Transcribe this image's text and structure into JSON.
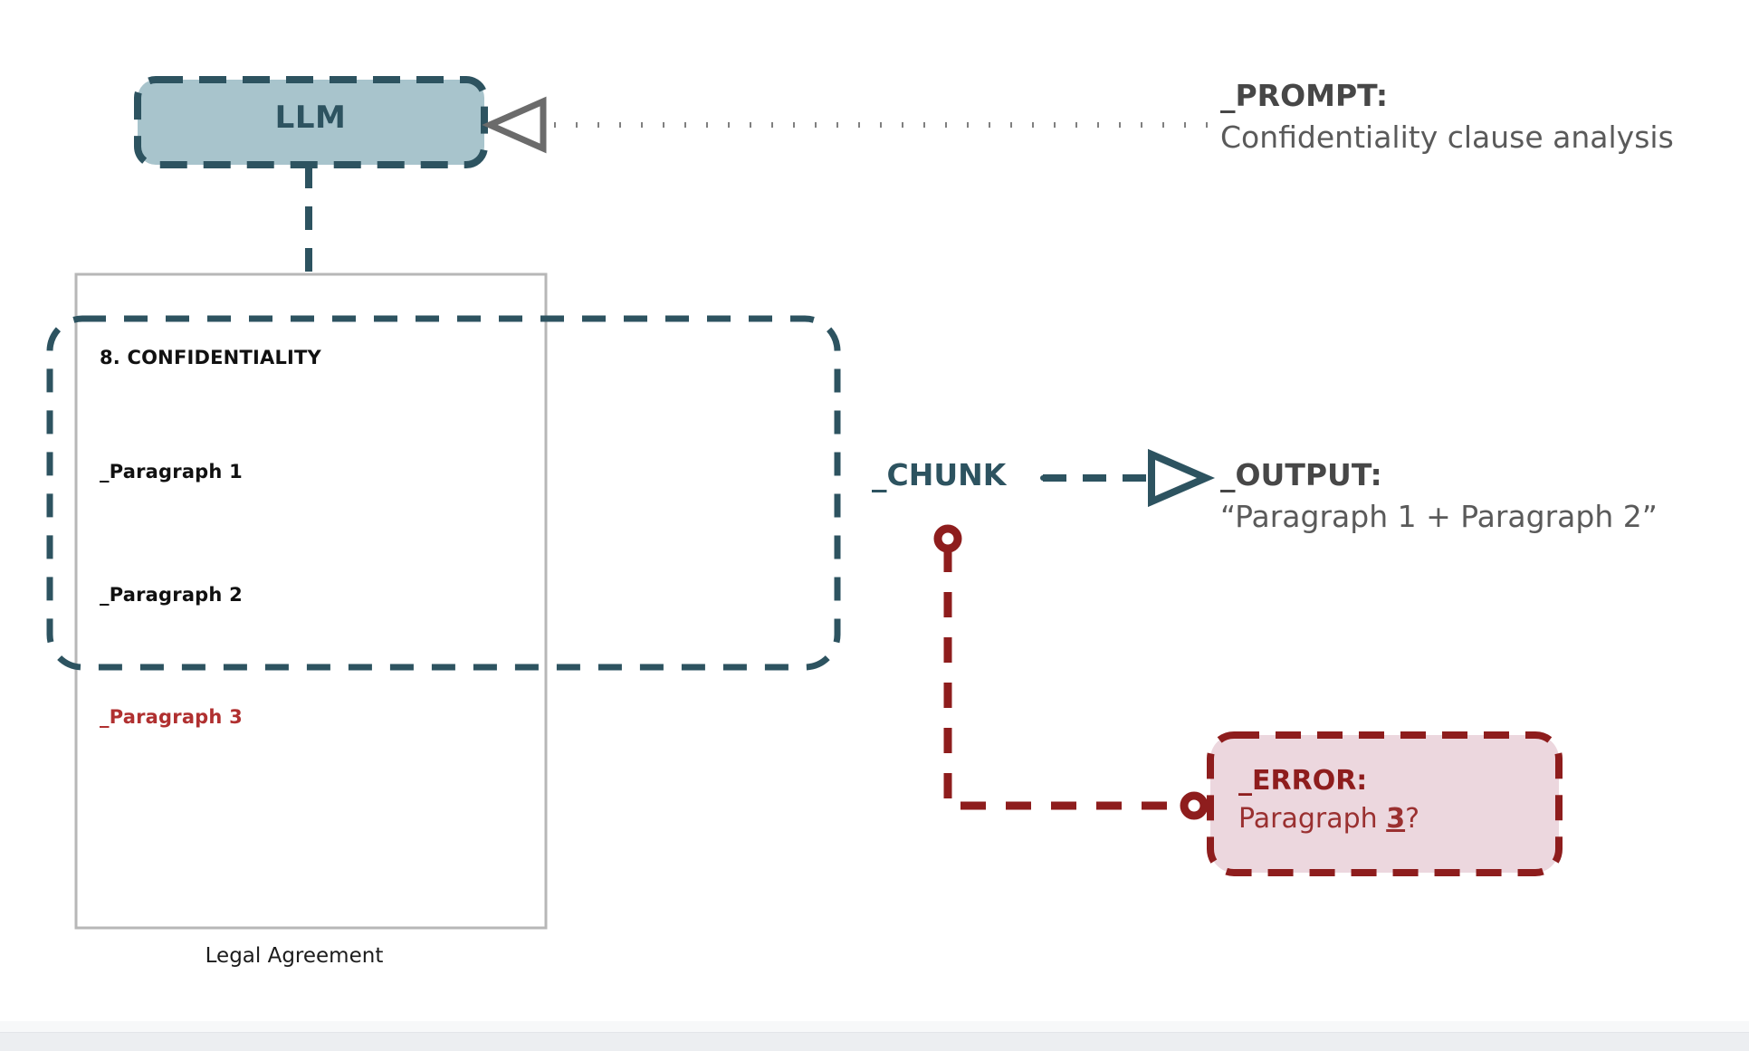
{
  "diagram": {
    "title": "LLM chunk boundary error diagram",
    "nodes": {
      "llm": {
        "label": "LLM",
        "fill": "#a8c4cc",
        "stroke": "#2d5360"
      },
      "document": {
        "caption": "Legal Agreement",
        "border_color": "#b7b7b7",
        "lines": [
          {
            "text": "8. CONFIDENTIALITY",
            "color": "#111111"
          },
          {
            "text": "_Paragraph 1",
            "color": "#111111"
          },
          {
            "text": "_Paragraph 2",
            "color": "#111111"
          },
          {
            "text": "_Paragraph 3",
            "color": "#b03030"
          }
        ]
      },
      "chunk": {
        "label": "_CHUNK",
        "color": "#2d5360"
      },
      "prompt": {
        "title": "_PROMPT:",
        "body": "Confidentiality clause analysis",
        "color": "#474747"
      },
      "output": {
        "title": "_OUTPUT:",
        "body": "“Paragraph 1 + Paragraph 2”",
        "color": "#474747"
      },
      "error": {
        "title": "_ERROR:",
        "body_prefix": "Paragraph ",
        "body_emphasis": "3",
        "body_suffix": "?",
        "fill": "#ecd7de",
        "stroke": "#8e1d1d",
        "color": "#8e1d1d"
      }
    },
    "connectors": [
      {
        "name": "prompt-to-llm",
        "style": "dotted",
        "color": "#808080",
        "arrowhead": "open-triangle-left"
      },
      {
        "name": "llm-to-document",
        "style": "dashed",
        "color": "#2d5360",
        "arrowhead": "none"
      },
      {
        "name": "chunk-to-output",
        "style": "dashed",
        "color": "#2d5360",
        "arrowhead": "open-triangle-right"
      },
      {
        "name": "chunk-to-error",
        "style": "dashed",
        "color": "#8e1d1d",
        "arrowhead": "circle-both-ends"
      }
    ]
  }
}
